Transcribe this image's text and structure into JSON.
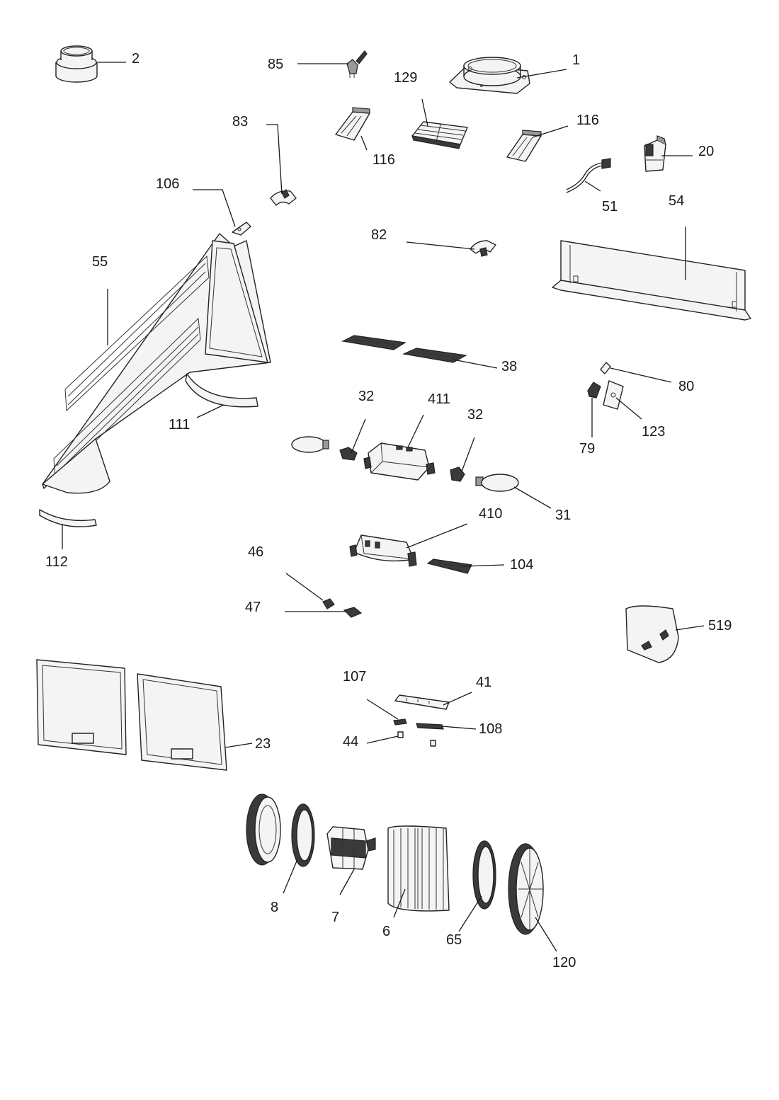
{
  "diagram": {
    "parts": [
      {
        "id": "p2",
        "number": "2"
      },
      {
        "id": "p85",
        "number": "85"
      },
      {
        "id": "p1",
        "number": "1"
      },
      {
        "id": "p129",
        "number": "129"
      },
      {
        "id": "p83",
        "number": "83"
      },
      {
        "id": "p116a",
        "number": "116"
      },
      {
        "id": "p116b",
        "number": "116"
      },
      {
        "id": "p20",
        "number": "20"
      },
      {
        "id": "p106",
        "number": "106"
      },
      {
        "id": "p51",
        "number": "51"
      },
      {
        "id": "p54",
        "number": "54"
      },
      {
        "id": "p82",
        "number": "82"
      },
      {
        "id": "p55",
        "number": "55"
      },
      {
        "id": "p38",
        "number": "38"
      },
      {
        "id": "p80",
        "number": "80"
      },
      {
        "id": "p111",
        "number": "111"
      },
      {
        "id": "p32a",
        "number": "32"
      },
      {
        "id": "p411",
        "number": "411"
      },
      {
        "id": "p32b",
        "number": "32"
      },
      {
        "id": "p79",
        "number": "79"
      },
      {
        "id": "p123",
        "number": "123"
      },
      {
        "id": "p31",
        "number": "31"
      },
      {
        "id": "p410",
        "number": "410"
      },
      {
        "id": "p112",
        "number": "112"
      },
      {
        "id": "p104",
        "number": "104"
      },
      {
        "id": "p46",
        "number": "46"
      },
      {
        "id": "p47",
        "number": "47"
      },
      {
        "id": "p519",
        "number": "519"
      },
      {
        "id": "p107",
        "number": "107"
      },
      {
        "id": "p41",
        "number": "41"
      },
      {
        "id": "p108",
        "number": "108"
      },
      {
        "id": "p44",
        "number": "44"
      },
      {
        "id": "p23",
        "number": "23"
      },
      {
        "id": "p8",
        "number": "8"
      },
      {
        "id": "p7",
        "number": "7"
      },
      {
        "id": "p6",
        "number": "6"
      },
      {
        "id": "p65",
        "number": "65"
      },
      {
        "id": "p120",
        "number": "120"
      }
    ]
  }
}
